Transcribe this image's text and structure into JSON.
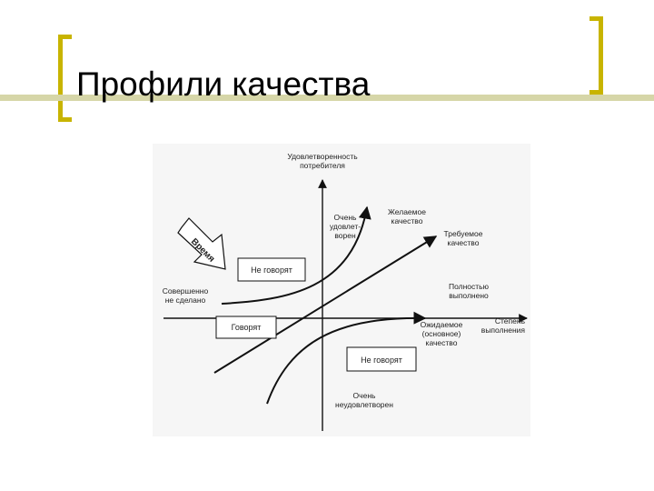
{
  "slide": {
    "title": "Профили качества",
    "accent_color": "#d6d6a8",
    "bracket_color": "#c8b400"
  },
  "diagram": {
    "y_axis_label": [
      "Удовлетворенность",
      "потребителя"
    ],
    "x_axis_label": [
      "Степень",
      "выполнения"
    ],
    "time_label": "Время",
    "curves": {
      "desired": [
        "Желаемое",
        "качество"
      ],
      "required": [
        "Требуемое",
        "качество"
      ],
      "expected": [
        "Ожидаемое",
        "(основное)",
        "качество"
      ]
    },
    "points": {
      "very_satisfied": [
        "Очень",
        "удовлет-",
        "ворен"
      ],
      "very_dissatisfied": [
        "Очень",
        "неудовлетворен"
      ],
      "not_done": [
        "Совершенно",
        "не сделано"
      ],
      "fully_done": [
        "Полностью",
        "выполнено"
      ]
    },
    "boxes": {
      "top_not_told": "Не говорят",
      "left_told": "Говорят",
      "bottom_not_told": "Не говорят"
    }
  }
}
